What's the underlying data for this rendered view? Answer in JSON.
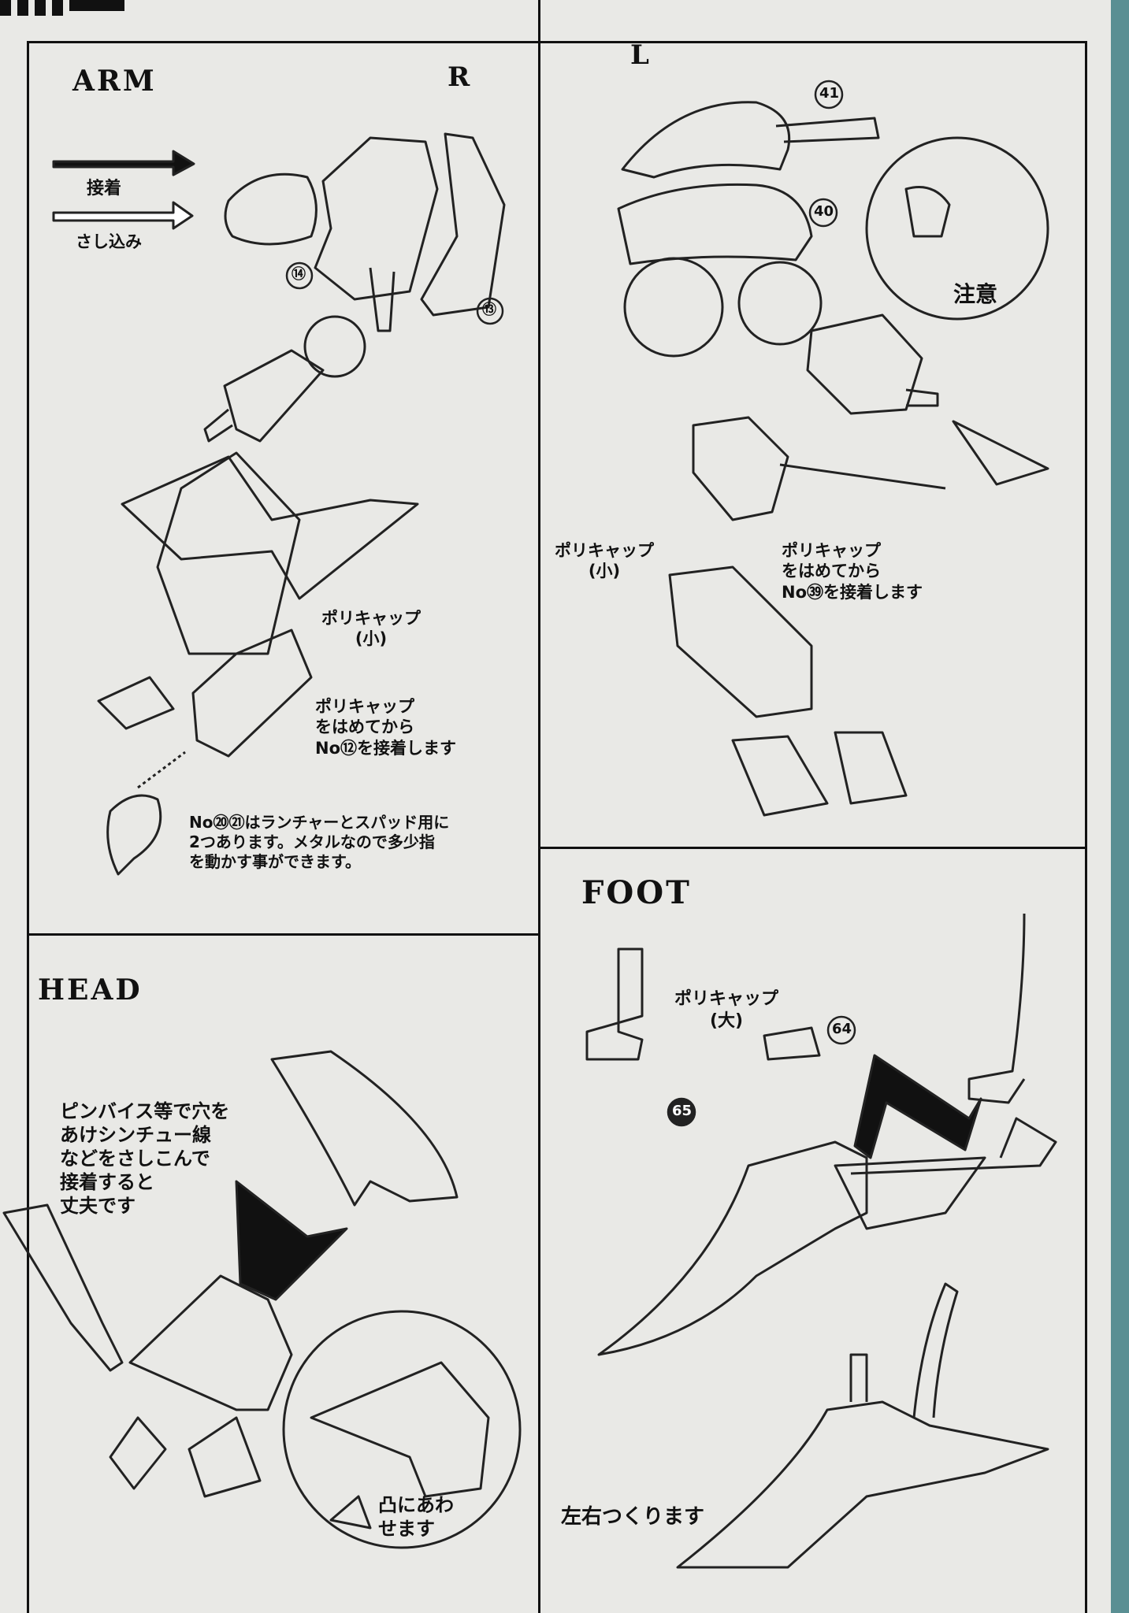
{
  "arm": {
    "title": "ARM",
    "side_r": "R",
    "side_l": "L",
    "legend_glue": "接着",
    "legend_insert": "さし込み",
    "label_14": "⑭",
    "label_13": "⑬",
    "label_41": "41",
    "label_40": "40",
    "caution": "注意",
    "polycap_small_r": "ポリキャップ\n(小)",
    "polycap_note_r": "ポリキャップ\nをはめてから\nNo⑫を接着します",
    "metal_note": "No⑳㉑はランチャーとスパッド用に\n2つあります。メタルなので多少指\nを動かす事ができます。",
    "polycap_small_l": "ポリキャップ\n(小)",
    "polycap_note_l": "ポリキャップ\nをはめてから\nNo㊴を接着します"
  },
  "head": {
    "title": "HEAD",
    "tip_note": "ピンバイス等で穴を\nあけシンチュー線\nなどをさしこんで\n接着すると\n丈夫です",
    "align_note": "凸にあわ\nせます"
  },
  "foot": {
    "title": "FOOT",
    "polycap_large": "ポリキャップ\n(大)",
    "label_64": "64",
    "label_65": "65",
    "both_sides": "左右つくります"
  }
}
